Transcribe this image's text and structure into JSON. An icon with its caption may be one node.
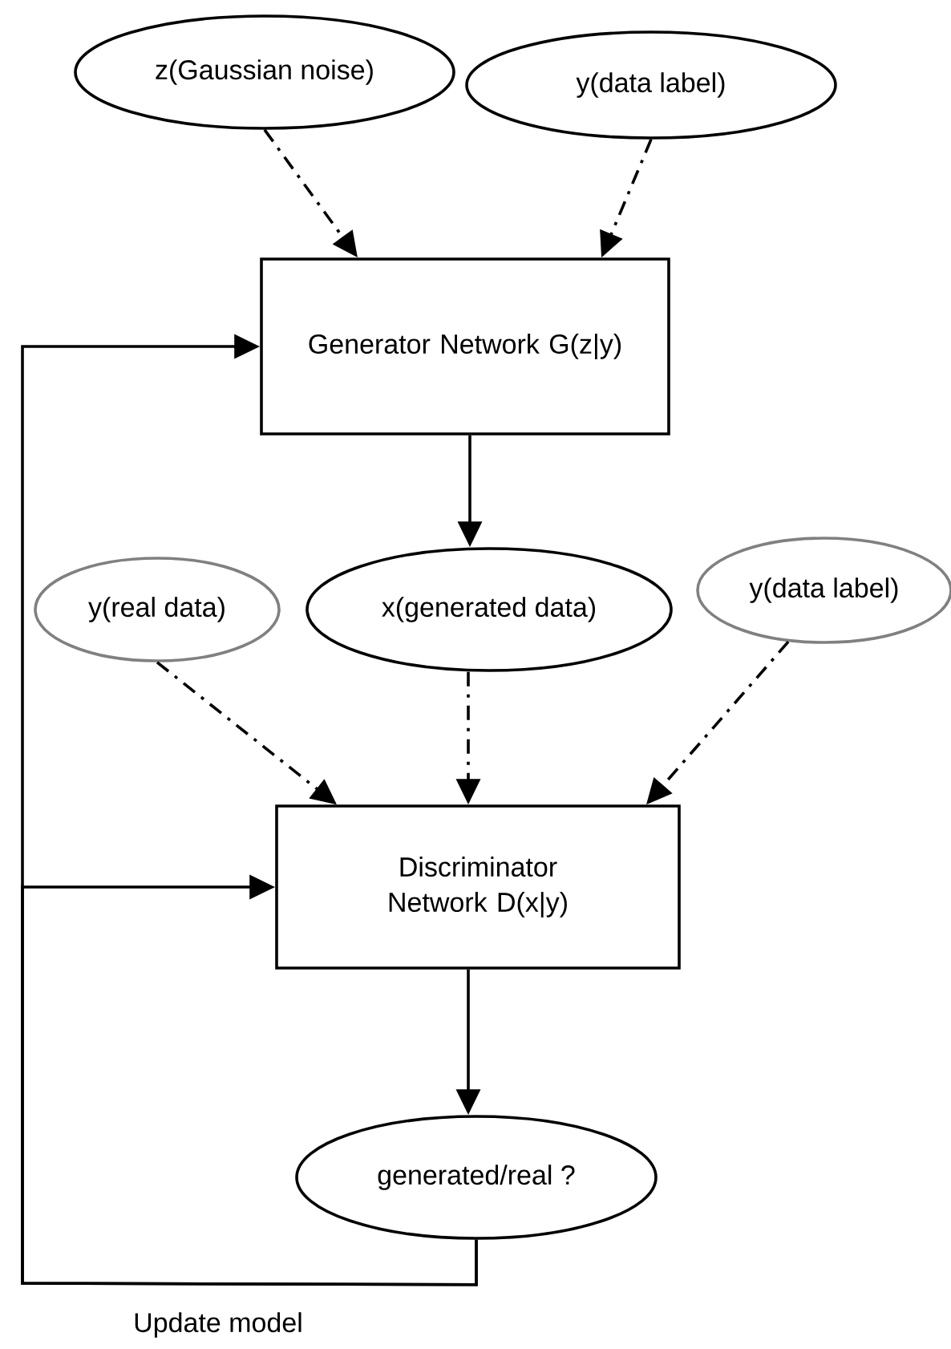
{
  "diagram": {
    "nodes": [
      {
        "text": [
          "z(Gaussian noise)"
        ]
      },
      {
        "text": [
          "y(data label)"
        ]
      },
      {
        "text": [
          "Generator Network G(z|y)"
        ]
      },
      {
        "text": [
          "y(real data)"
        ]
      },
      {
        "text": [
          "x(generated data)"
        ]
      },
      {
        "text": [
          "y(data label)"
        ]
      },
      {
        "text": [
          "Discriminator Network D(x|y)"
        ]
      },
      {
        "text": [
          "generated/real ?"
        ]
      }
    ],
    "edges": [
      {
        "from": 0,
        "to": 2,
        "arrow": "to",
        "style": "dashed"
      },
      {
        "from": 1,
        "to": 2,
        "arrow": "to",
        "style": "dashed"
      },
      {
        "from": 2,
        "to": 4,
        "arrow": "to"
      },
      {
        "from": 3,
        "to": 6,
        "arrow": "to",
        "style": "dashed"
      },
      {
        "from": 4,
        "to": 6,
        "arrow": "to",
        "style": "dashed"
      },
      {
        "from": 5,
        "to": 6,
        "arrow": "to",
        "style": "dashed"
      },
      {
        "from": 6,
        "to": 7,
        "arrow": "to"
      },
      {
        "from": 7,
        "to": 2,
        "arrow": "to"
      },
      {
        "from": 7,
        "to": 6,
        "arrow": "to"
      }
    ],
    "labels": [
      "Update model"
    ]
  }
}
